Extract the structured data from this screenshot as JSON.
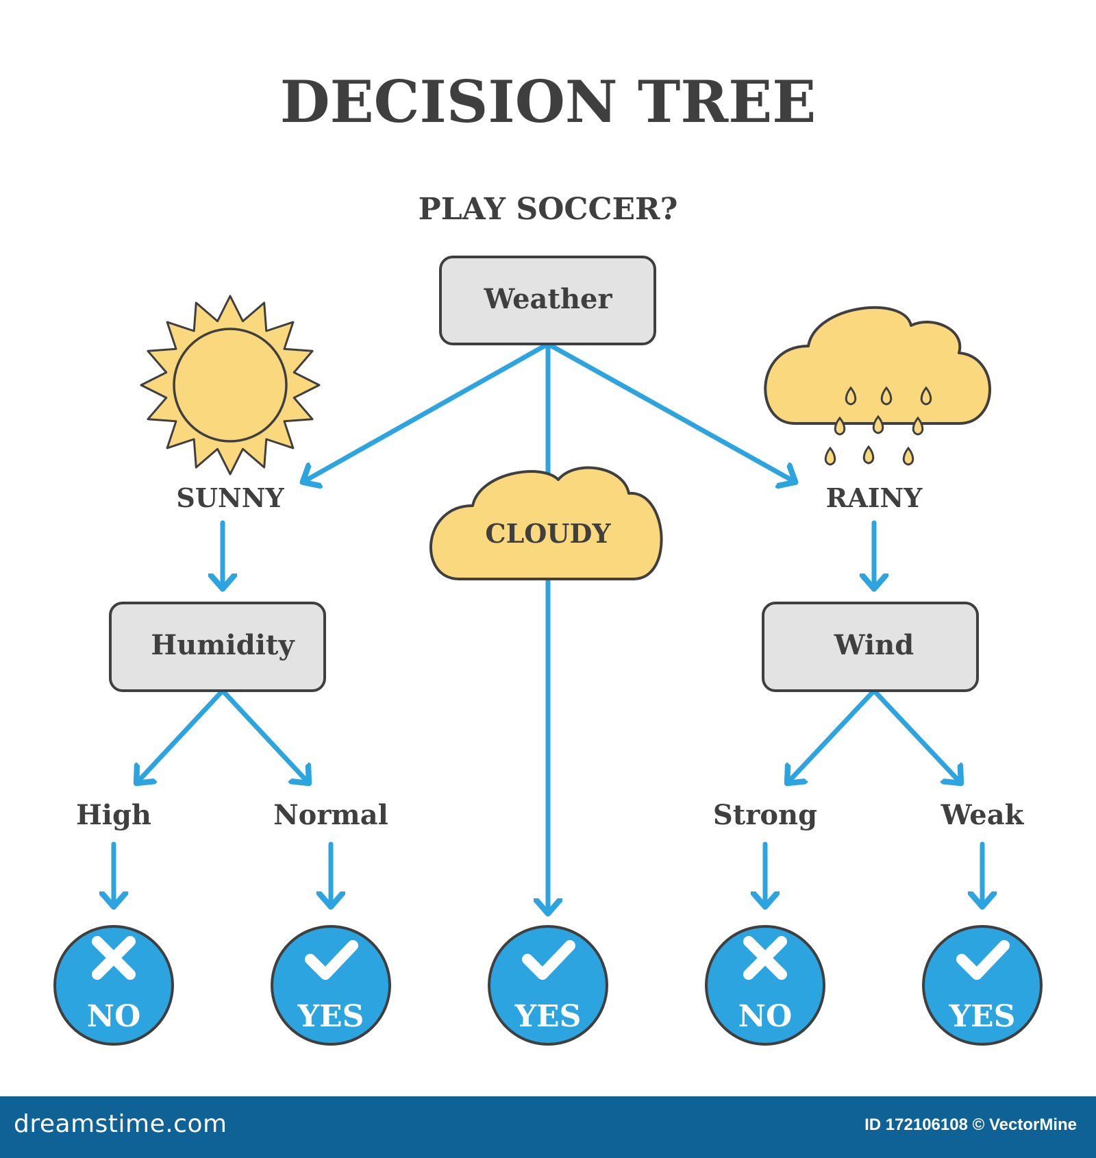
{
  "title": "DECISION TREE",
  "question": "PLAY SOCCER?",
  "nodes": {
    "root": "Weather",
    "sunny": "SUNNY",
    "cloudy": "CLOUDY",
    "rainy": "RAINY",
    "humidity": "Humidity",
    "wind": "Wind",
    "high": "High",
    "normal": "Normal",
    "strong": "Strong",
    "weak": "Weak"
  },
  "outcomes": {
    "high": "NO",
    "normal": "YES",
    "cloudy": "YES",
    "strong": "NO",
    "weak": "YES"
  },
  "icons": {
    "sunny": "sun-icon",
    "rainy": "rain-cloud-icon",
    "cloudy": "cloud-icon",
    "yes": "check-icon",
    "no": "cross-icon"
  },
  "colors": {
    "arrow": "#2ba4df",
    "verdict": "#2ba4df",
    "box_fill": "#e3e3e3",
    "weather_fill": "#fad87d",
    "outline": "#3f3f3f",
    "footer": "#0e6296"
  },
  "footer": {
    "site": "dreamstime.com",
    "id": "ID 172106108 © VectorMine"
  }
}
